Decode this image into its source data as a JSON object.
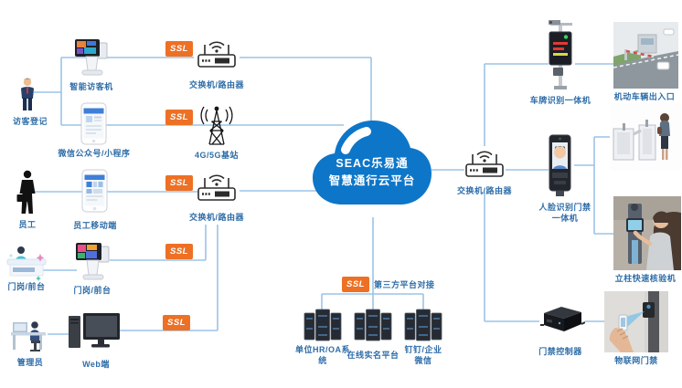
{
  "ssl": "SSL",
  "cloud": {
    "title_line1": "SEAC乐易通",
    "title_line2": "智慧通行云平台"
  },
  "labels": {
    "visitor_register": "访客登记",
    "smart_visitor_machine": "智能访客机",
    "wechat_official_mini": "微信公众号/小程序",
    "employee": "员工",
    "employee_mobile": "员工移动端",
    "gate_front_desk": "门岗/前台",
    "gate_front_terminal": "门岗/前台",
    "admin": "管理员",
    "web_client": "Web端",
    "switch_router": "交换机/路由器",
    "base_station_4g5g": "4G/5G基站",
    "third_party_docking": "第三方平台对接",
    "hr_oa_system": "单位HR/OA系统",
    "online_realname": "在线实名平台",
    "dingtalk_wecom": "钉钉/企业微信",
    "plate_recognition": "车牌识别一体机",
    "vehicle_entrance": "机动车辆出入口",
    "face_access_machine": "人脸识别门禁一体机",
    "pillar_verify_machine": "立柱快速核验机",
    "access_controller": "门禁控制器",
    "iot_access": "物联网门禁"
  },
  "colors": {
    "cloud_blue": "#0d76c8",
    "ssl_badge_orange": "#ed7024",
    "label_text_blue": "#2e6da8",
    "connector_line_blue": "#9cc3e8"
  }
}
